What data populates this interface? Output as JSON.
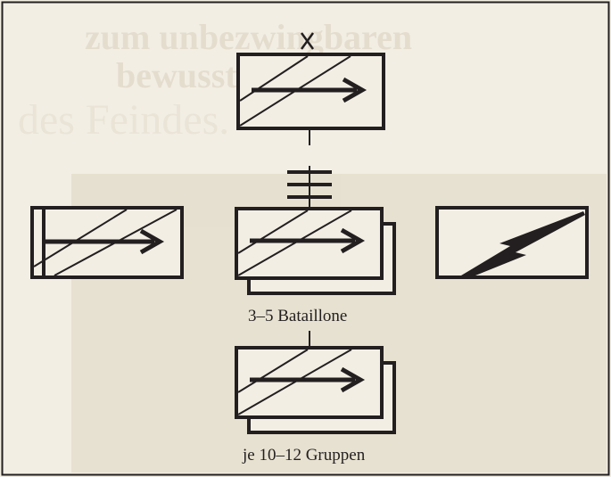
{
  "diagram": {
    "captions": {
      "battalions": "3–5 Bataillone",
      "groups": "je 10–12 Gruppen"
    },
    "background_fragments": [
      "zum unbezwingbaren",
      "bewussteß mit",
      "des Feindes."
    ],
    "symbols": [
      {
        "id": "brigade",
        "icon": "unit-arrow-x-icon",
        "marker": "X"
      },
      {
        "id": "regiment",
        "icon": "unit-arrow-stacked-icon",
        "marker": "III"
      },
      {
        "id": "left-unit",
        "icon": "unit-arrow-bar-icon"
      },
      {
        "id": "signal-unit",
        "icon": "unit-lightning-icon"
      },
      {
        "id": "battalion",
        "icon": "unit-arrow-stacked-icon"
      }
    ],
    "colors": {
      "ink": "#231f20",
      "paper": "#f2eee4",
      "bleed": "#e6e0d2"
    }
  }
}
